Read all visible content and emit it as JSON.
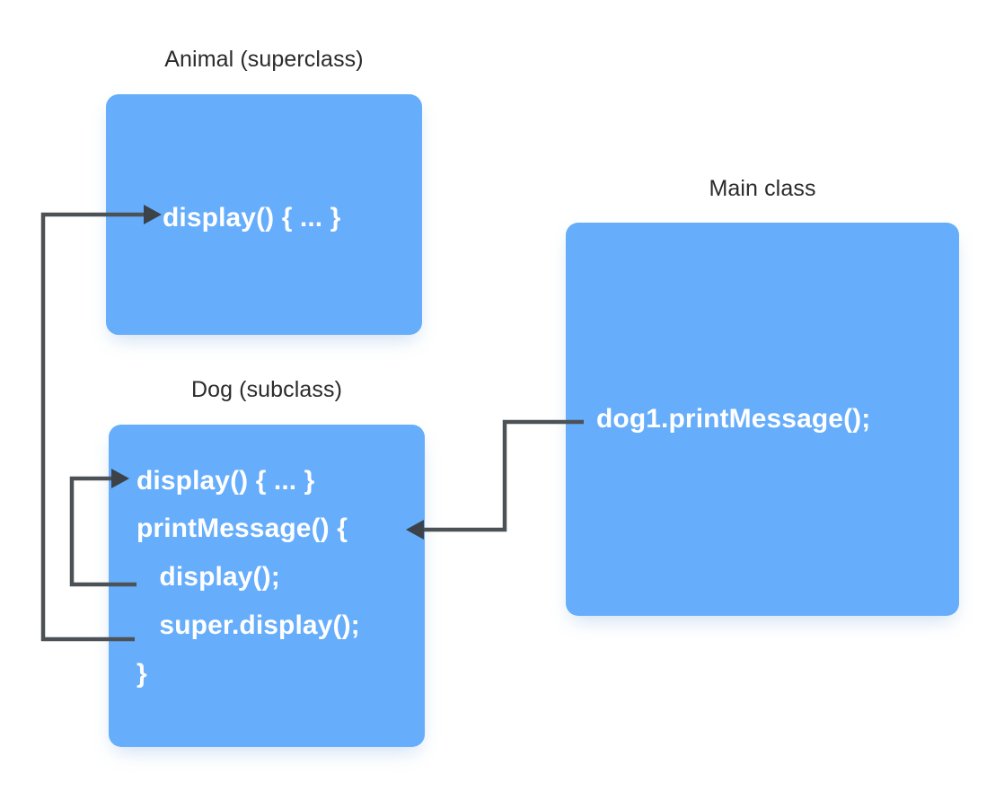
{
  "diagram": {
    "title_semantic": "java-super-keyword-method-overriding-diagram",
    "background_color": "#ffffff",
    "box_color": "#66adfb",
    "box_text_color": "#ffffff",
    "caption_text_color": "#2b2b2b",
    "connector_color": "#4c5156",
    "arrowhead_color": "#3b4248"
  },
  "boxes": {
    "animal": {
      "caption": "Animal (superclass)",
      "code": [
        "display() { ... }"
      ]
    },
    "dog": {
      "caption": "Dog (subclass)",
      "code": [
        "display() { ... }",
        "printMessage() {",
        " display();",
        " super.display();",
        "}"
      ]
    },
    "main": {
      "caption": "Main class",
      "code": [
        "dog1.printMessage();"
      ]
    }
  },
  "connectors": [
    {
      "name": "super-display-to-animal-display",
      "from": "dog.super.display();",
      "to": "animal.display()"
    },
    {
      "name": "display-call-to-dog-display",
      "from": "dog.display();",
      "to": "dog.display() { ... }"
    },
    {
      "name": "main-call-to-dog-printmessage",
      "from": "main.dog1.printMessage();",
      "to": "dog.printMessage() {"
    }
  ]
}
